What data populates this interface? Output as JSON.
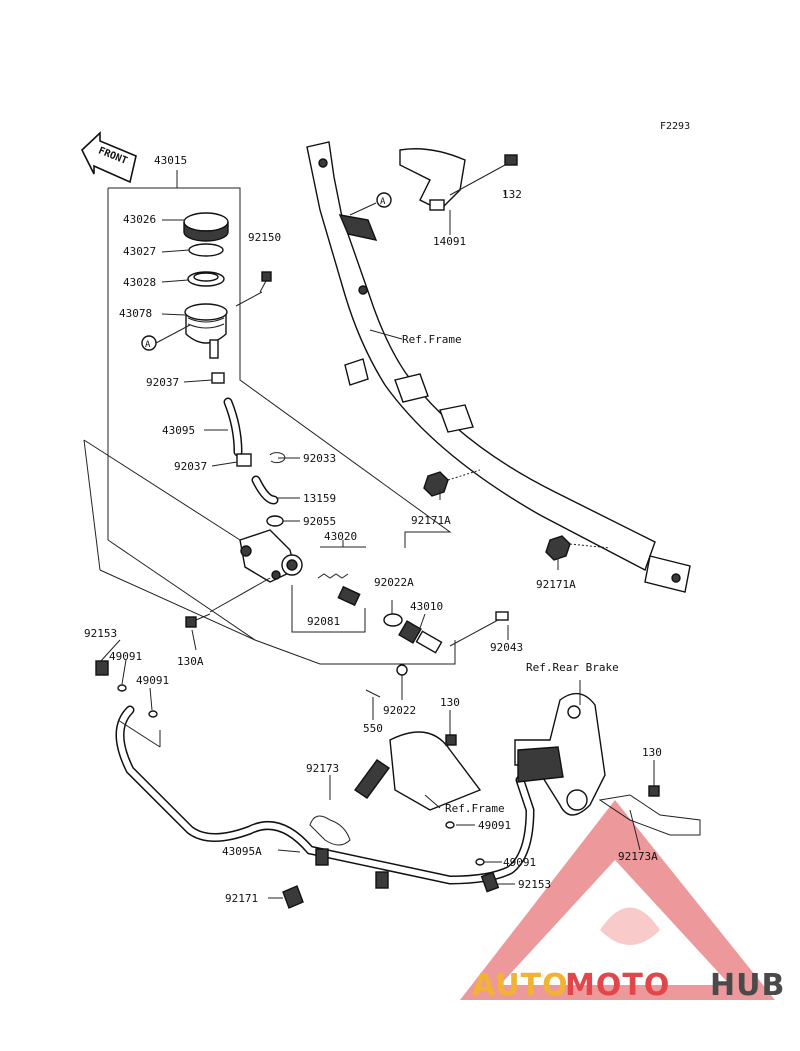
{
  "figure_code": "F2293",
  "front_label": "FRONT",
  "labels": {
    "l43015": "43015",
    "l43026": "43026",
    "l43027": "43027",
    "l43028": "43028",
    "l43078": "43078",
    "l92150": "92150",
    "l92037a": "92037",
    "l43095": "43095",
    "l92037b": "92037",
    "l92033": "92033",
    "l13159": "13159",
    "l92055": "92055",
    "l43020": "43020",
    "l92022a": "92022A",
    "l43010": "43010",
    "l92081": "92081",
    "l130a": "130A",
    "l92043": "92043",
    "l92153a": "92153",
    "l49091a": "49091",
    "l49091b": "49091",
    "l92022": "92022",
    "l550": "550",
    "l130b": "130",
    "l92173": "92173",
    "l43095a": "43095A",
    "l92171": "92171",
    "l49091c": "49091",
    "l49091d": "49091",
    "l92153b": "92153",
    "l130c": "130",
    "l92173a": "92173A",
    "l132": "132",
    "l14091": "14091",
    "l92171a1": "92171A",
    "l92171a2": "92171A",
    "ref_frame_1": "Ref.Frame",
    "ref_frame_2": "Ref.Frame",
    "ref_rear_brake": "Ref.Rear Brake",
    "callout_a": "A"
  },
  "watermark": {
    "part1": "AUTO",
    "part2": "MOTO",
    "part3": "HUB",
    "colors": {
      "auto": "#f2b233",
      "moto": "#e0464a",
      "hub": "#4a4a4a"
    }
  }
}
